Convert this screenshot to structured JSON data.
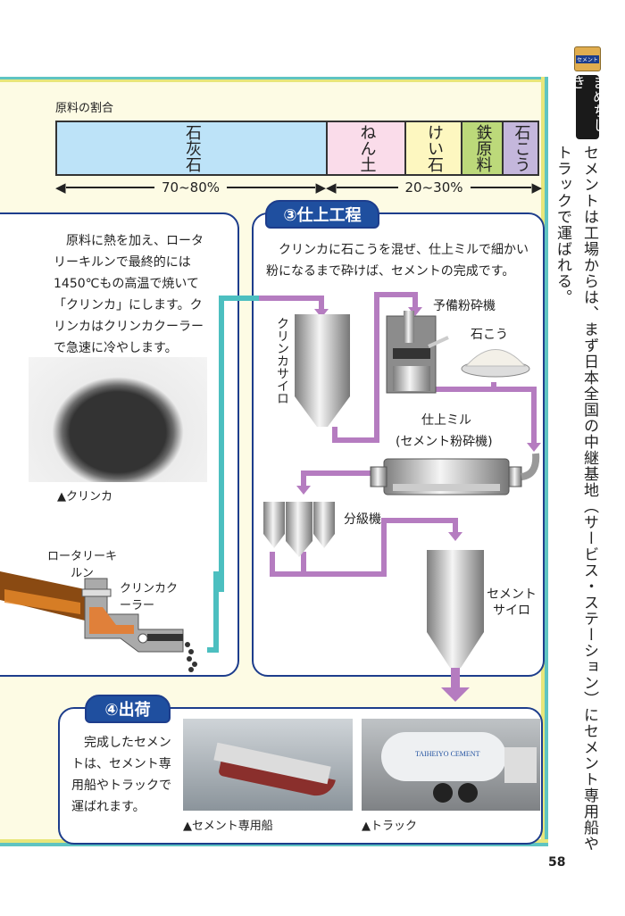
{
  "ratio": {
    "title": "原料の割合",
    "segments": [
      {
        "label": "石灰石",
        "color": "#bde3f8"
      },
      {
        "label": "ねん土",
        "color": "#fadcea"
      },
      {
        "label": "けい石",
        "color": "#fdf7c0"
      },
      {
        "label": "鉄原料",
        "color": "#bcd97a"
      },
      {
        "label": "石こう",
        "color": "#c4b7dc"
      }
    ],
    "range_main": "70~80%",
    "range_other": "20~30%"
  },
  "kiln_section": {
    "text": "原料に熱を加え、ロータリーキルンで最終的には1450℃もの高温で焼いて「クリンカ」にします。クリンカはクリンカクーラーで急速に冷やします。",
    "photo_caption": "▲クリンカ",
    "label_kiln": "ロータリーキルン",
    "label_cooler": "クリンカクーラー"
  },
  "finishing_section": {
    "tab": "③仕上工程",
    "text": "クリンカに石こうを混ぜ、仕上ミルで細かい粉になるまで砕けば、セメントの完成です。",
    "labels": {
      "clinker_silo": "クリンカサイロ",
      "pre_crusher": "予備粉砕機",
      "gypsum": "石こう",
      "finish_mill": "仕上ミル",
      "finish_mill_sub": "(セメント粉砕機)",
      "classifier": "分級機",
      "cement_silo": "セメントサイロ"
    }
  },
  "shipping_section": {
    "tab": "④出荷",
    "text": "完成したセメントは、セメント専用船やトラックで運ばれます。",
    "ship_caption": "▲セメント専用船",
    "truck_caption": "▲トラック",
    "truck_logo": "TAIHEIYO CEMENT"
  },
  "sidebar": {
    "icon_label": "セメント",
    "heading": "まめちしき",
    "text": "セメントは工場からは、まず日本全国の中継基地（サービス・ステーション）にセメント専用船やトラックで運ばれる。"
  },
  "page_number": "58",
  "colors": {
    "navy": "#1d3d8c",
    "pipe_purple": "#b57cc0",
    "pipe_teal": "#4cbfc0",
    "cream": "#fdfbe4"
  }
}
